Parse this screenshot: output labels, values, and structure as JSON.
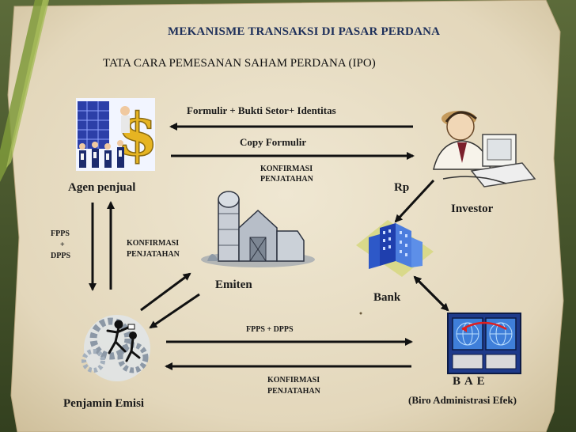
{
  "header": {
    "title": "MEKANISME TRANSAKSI DI PASAR PERDANA",
    "subtitle": "TATA CARA PEMESANAN SAHAM PERDANA (IPO)"
  },
  "nodes": {
    "agen": "Agen penjual",
    "investor": "Investor",
    "emiten": "Emiten",
    "bank": "Bank",
    "penjamin": "Penjamin Emisi",
    "bae": "B A E",
    "bae_full": "(Biro Administrasi Efek)"
  },
  "flows": {
    "formulir": "Formulir + Bukti Setor+ Identitas",
    "copy": "Copy Formulir",
    "konfirmasi_top_1": "KONFIRMASI",
    "konfirmasi_top_2": "PENJATAHAN",
    "rp": "Rp",
    "fpps_1": "FPPS",
    "fpps_2": "+",
    "fpps_3": "DPPS",
    "konfirmasi_left_1": "KONFIRMASI",
    "konfirmasi_left_2": "PENJATAHAN",
    "fpps_dpps": "FPPS + DPPS",
    "konfirmasi_bottom_1": "KONFIRMASI",
    "konfirmasi_bottom_2": "PENJATAHAN"
  },
  "colors": {
    "title": "#1d2f5a",
    "arrow": "#111111",
    "paper": "#e6dcc3",
    "grass": "#4b5a2e"
  }
}
